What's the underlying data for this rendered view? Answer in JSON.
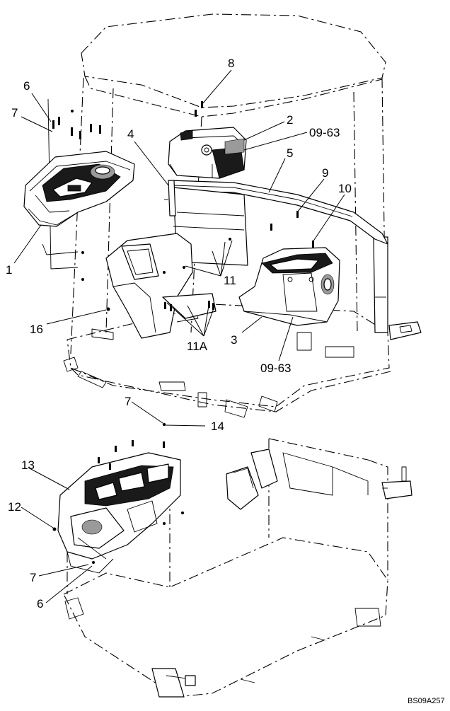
{
  "diagram": {
    "callouts": {
      "c1": "1",
      "c2": "2",
      "c3": "3",
      "c4": "4",
      "c5": "5",
      "c6_top": "6",
      "c6_bottom": "6",
      "c7_top": "7",
      "c7_mid": "7",
      "c7_bottom": "7",
      "c8": "8",
      "c9": "9",
      "c10": "10",
      "c11": "11",
      "c11a": "11A",
      "c12": "12",
      "c13": "13",
      "c14": "14",
      "c16": "16",
      "c0963_top": "09-63",
      "c0963_bottom": "09-63"
    },
    "reference_code": "BS09A257"
  }
}
